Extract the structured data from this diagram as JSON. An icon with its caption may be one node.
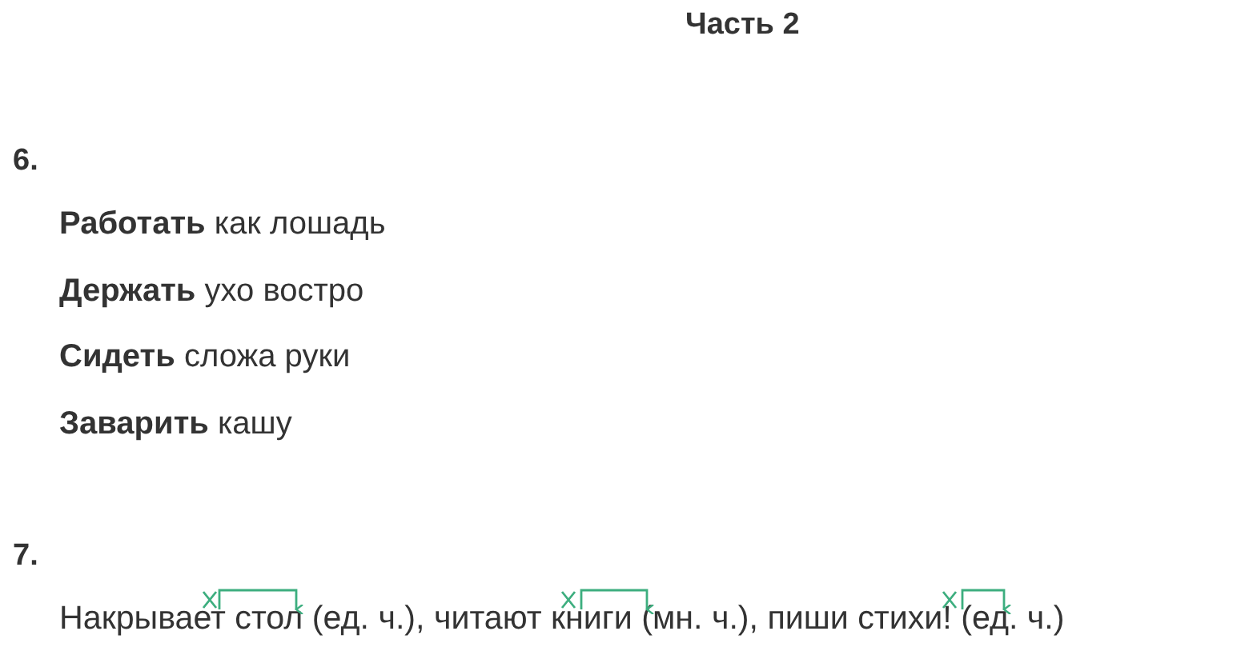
{
  "diagram": {
    "title": "Часть 2",
    "labels": [
      "6.",
      "**Работать** как лошадь",
      "**Держать** ухо востро",
      "**Сидеть** сложа руки",
      "**Заварить** кашу",
      "7.",
      "Накрывает стол (ед. ч.), читают книги (мн. ч.), пиши стихи! (ед. ч.)"
    ]
  }
}
